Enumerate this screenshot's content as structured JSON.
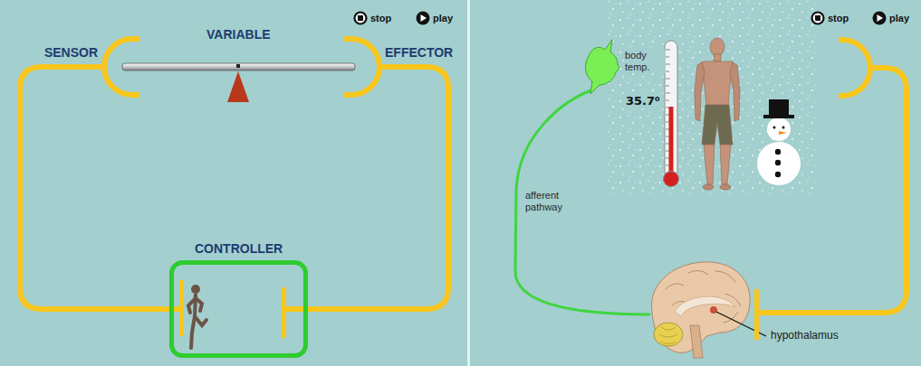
{
  "diagram": {
    "nodes": [
      {
        "text": [
          "SENSOR"
        ]
      },
      {
        "text": [
          "EFFECTOR"
        ]
      },
      {
        "text": [
          "CONTROLLER"
        ]
      }
    ],
    "edges": [
      {
        "from": 0,
        "to": 2,
        "arrow": "none"
      },
      {
        "from": 2,
        "to": 1,
        "arrow": "none"
      }
    ],
    "labels": [
      "VARIABLE",
      "stop",
      "play",
      "stop",
      "play",
      "body temp.",
      "35.7⁰",
      "afferent pathway",
      "hypothalamus"
    ]
  }
}
